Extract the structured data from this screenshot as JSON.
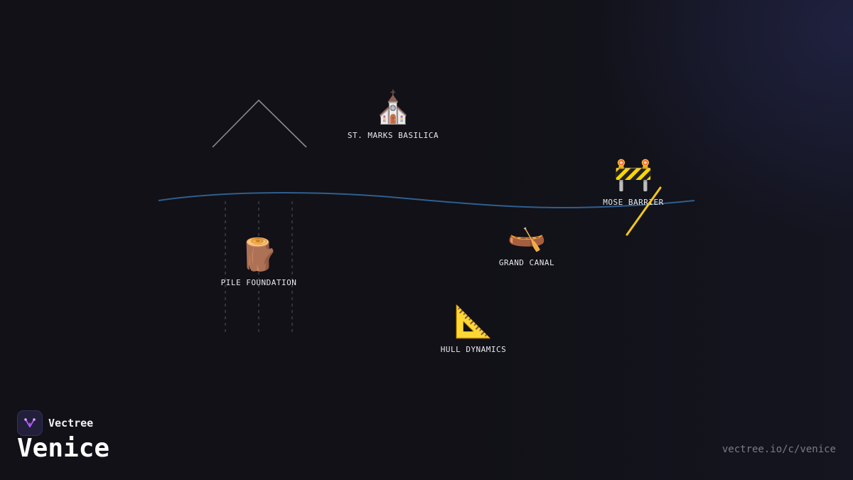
{
  "brand": {
    "name": "Vectree",
    "logo_icon": "vectree-logo-icon",
    "accent": "#b05cff"
  },
  "page": {
    "title": "Venice",
    "url": "vectree.io/c/venice"
  },
  "scene": {
    "colors": {
      "water_line": "#2f5f8f",
      "roof_line": "#8a8a90",
      "piles": "#555560",
      "barrier_bar": "#f5c518"
    },
    "nodes": [
      {
        "id": "basilica",
        "label": "ST. MARKS BASILICA",
        "icon": "church-icon",
        "glyph": "⛪"
      },
      {
        "id": "mose",
        "label": "MOSE BARRIER",
        "icon": "construction-barrier-icon",
        "glyph": "🚧"
      },
      {
        "id": "canal",
        "label": "GRAND CANAL",
        "icon": "canoe-icon",
        "glyph": "🛶"
      },
      {
        "id": "pile",
        "label": "PILE FOUNDATION",
        "icon": "wood-log-icon",
        "glyph": "🪵"
      },
      {
        "id": "hull",
        "label": "HULL DYNAMICS",
        "icon": "triangular-ruler-icon",
        "glyph": "📐"
      }
    ]
  }
}
